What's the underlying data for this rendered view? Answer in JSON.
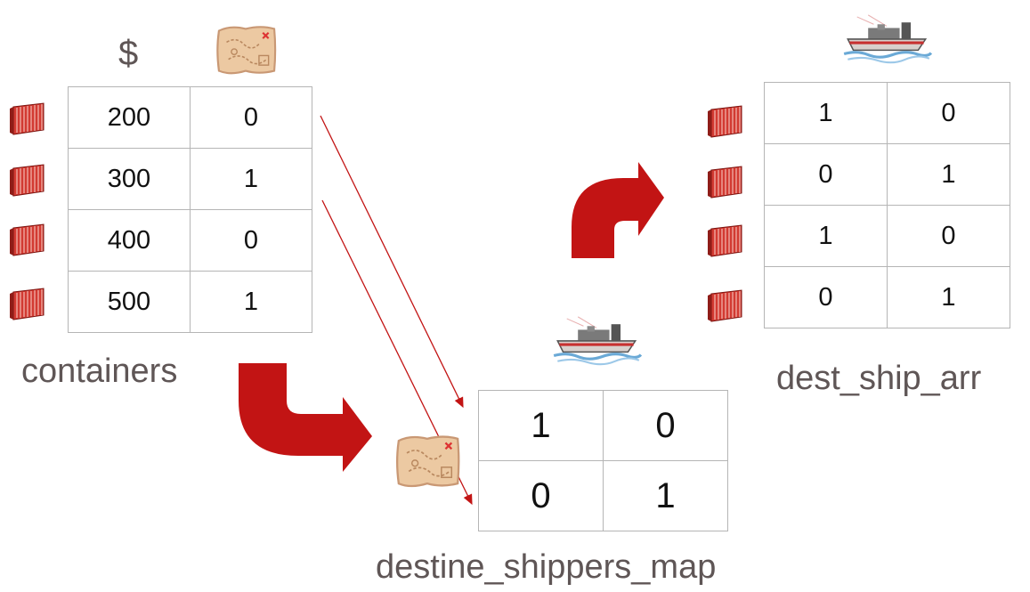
{
  "containers": {
    "header_price_symbol": "$",
    "header_map_icon": "treasure-map-icon",
    "caption": "containers",
    "rows": [
      {
        "price": "200",
        "flag": "0"
      },
      {
        "price": "300",
        "flag": "1"
      },
      {
        "price": "400",
        "flag": "0"
      },
      {
        "price": "500",
        "flag": "1"
      }
    ]
  },
  "destine_shippers_map": {
    "caption": "destine_shippers_map",
    "icon": "ship-icon",
    "row_icon": "treasure-map-icon",
    "rows": [
      [
        "1",
        "0"
      ],
      [
        "0",
        "1"
      ]
    ]
  },
  "dest_ship_arr": {
    "caption": "dest_ship_arr",
    "icon": "ship-icon",
    "rows": [
      [
        "1",
        "0"
      ],
      [
        "0",
        "1"
      ],
      [
        "1",
        "0"
      ],
      [
        "0",
        "1"
      ]
    ]
  },
  "colors": {
    "arrow": "#c21414",
    "container": "#c9302a",
    "grid_border": "#b5b5b5",
    "caption_text": "#5f5656"
  }
}
